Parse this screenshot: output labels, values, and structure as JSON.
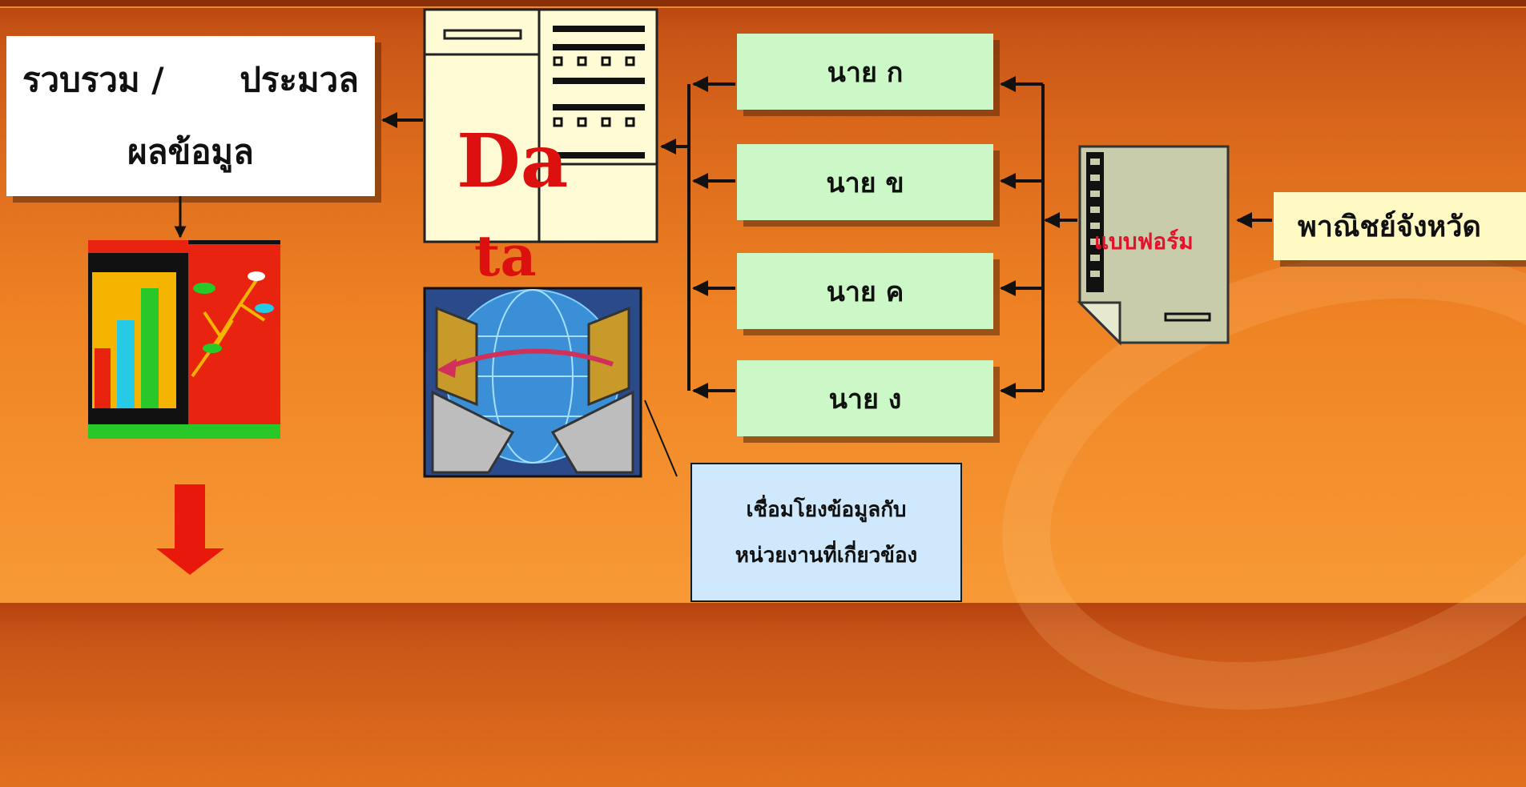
{
  "collect": {
    "line1_a": "รวบรวม /",
    "line1_b": "ประมวล",
    "line2": "ผลข้อมูล"
  },
  "data_word": {
    "part1": "Da",
    "part2": "ta"
  },
  "persons": [
    "นาย ก",
    "นาย ข",
    "นาย ค",
    "นาย ง"
  ],
  "form": {
    "label": "แบบฟอร์ม"
  },
  "source": {
    "label": "พาณิชย์จังหวัด"
  },
  "connect": {
    "line1": "เชื่อมโยงข้อมูลกับ",
    "line2": "หน่วยงานที่เกี่ยวข้อง"
  },
  "icons": [
    "server-icon",
    "chart-icon",
    "network-computers-icon",
    "form-document-icon",
    "down-arrow-icon"
  ],
  "colors": {
    "background": "#e97a22",
    "person_box": "#ccf7c6",
    "source_box": "#fff9c4",
    "connect_box": "#cfe8fb",
    "data_text": "#dd1010",
    "arrow": "#e8180c"
  }
}
